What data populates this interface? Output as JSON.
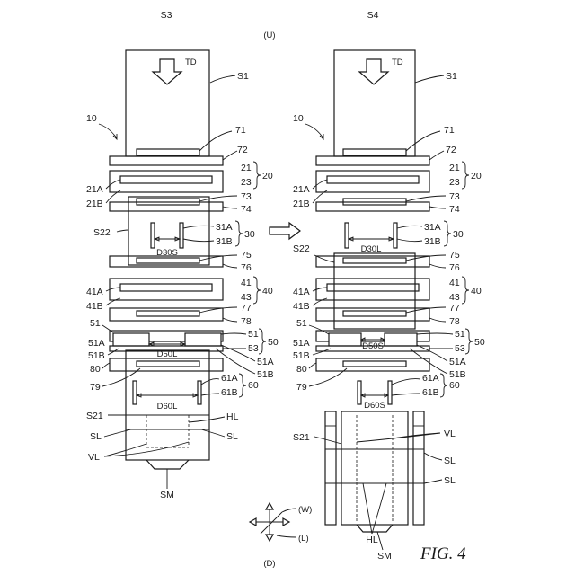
{
  "stage_titles": {
    "left": "S3",
    "right": "S4"
  },
  "orientation": {
    "up": "(U)",
    "down": "(D)",
    "width": "(W)",
    "length": "(L)"
  },
  "figure_caption": "FIG. 4",
  "arrow_td": "TD",
  "refs": {
    "s1": "S1",
    "s22": "S22",
    "s21": "S21",
    "sm": "SM",
    "n10": "10",
    "n71": "71",
    "n72": "72",
    "n21": "21",
    "n23": "23",
    "n20": "20",
    "n21a": "21A",
    "n21b": "21B",
    "n73": "73",
    "n74": "74",
    "n31a": "31A",
    "n31b": "31B",
    "n30": "30",
    "n75": "75",
    "n76": "76",
    "n41": "41",
    "n43": "43",
    "n40": "40",
    "n41a": "41A",
    "n41b": "41B",
    "n77": "77",
    "n78": "78",
    "n51": "51",
    "n53": "53",
    "n50": "50",
    "n51a": "51A",
    "n51b": "51B",
    "n80": "80",
    "n79": "79",
    "n61a": "61A",
    "n61b": "61B",
    "n60": "60",
    "hl": "HL",
    "sl": "SL",
    "vl": "VL"
  },
  "gap_labels": {
    "d30s": "D30S",
    "d30l": "D30L",
    "d50l": "D50L",
    "d50s": "D50S",
    "d60l": "D60L",
    "d60s": "D60S"
  }
}
